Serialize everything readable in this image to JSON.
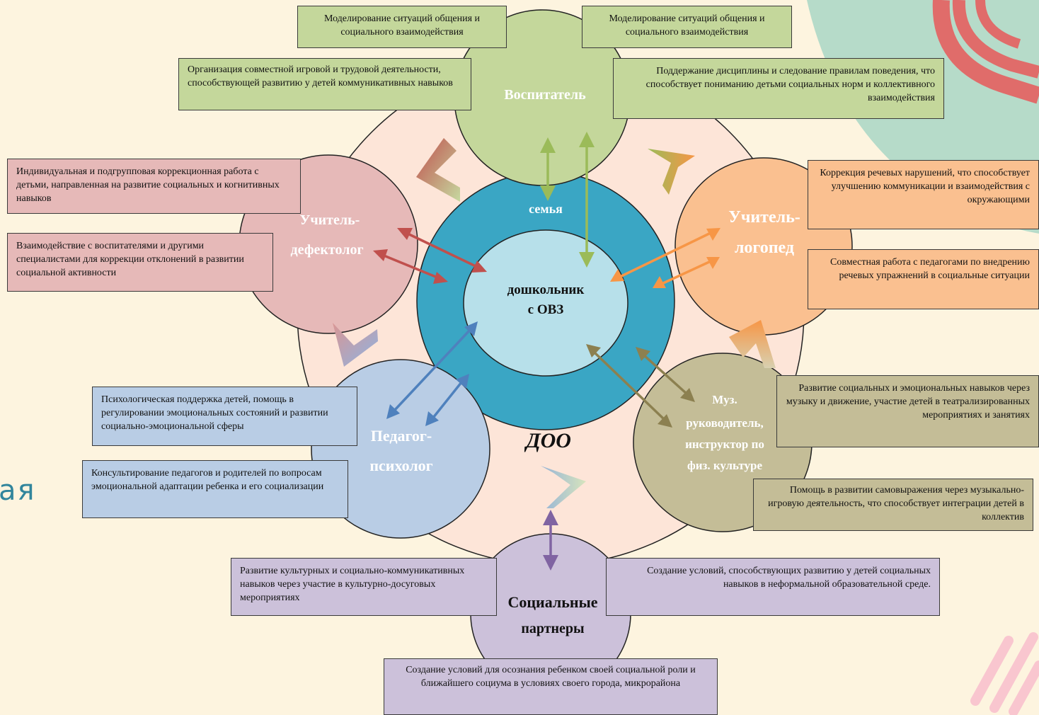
{
  "colors": {
    "background": "#fdf4df",
    "doo_ring": "#fde5d8",
    "family_ring": "#3aa6c4",
    "child_core": "#b7e0ea",
    "educator": "#c4d79b",
    "defectologist": "#e6b9b8",
    "speech_therapist": "#fac090",
    "psychologist": "#b9cde5",
    "music_director": "#c4bd97",
    "social_partners": "#ccc1da"
  },
  "center": {
    "child_line1": "дошкольник",
    "child_line2": "с ОВЗ",
    "family": "семья",
    "doo": "ДОО"
  },
  "roles": {
    "educator": {
      "lines": [
        "Воспитатель"
      ]
    },
    "defectologist": {
      "lines": [
        "Учитель-",
        "дефектолог"
      ]
    },
    "speech_therapist": {
      "lines": [
        "Учитель-",
        "логопед"
      ]
    },
    "psychologist": {
      "lines": [
        "Педагог-",
        "психолог"
      ]
    },
    "music_director": {
      "lines": [
        "Муз.",
        "руководитель,",
        "инструктор по",
        "физ. культуре"
      ]
    },
    "social_partners": {
      "lines": [
        "Социальные",
        "партнеры"
      ]
    }
  },
  "boxes": {
    "educator_1": "Моделирование ситуаций общения и социального взаимодействия",
    "educator_2": "Моделирование ситуаций общения и социального взаимодействия",
    "educator_3": "Организация совместной игровой и трудовой деятельности, способствующей развитию у детей коммуникативных навыков",
    "educator_4": "Поддержание дисциплины и следование правилам поведения, что способствует пониманию детьми социальных норм и коллективного взаимодействия",
    "defectologist_1": "Индивидуальная и подгрупповая коррекционная работа с детьми, направленная на развитие социальных и когнитивных навыков",
    "defectologist_2": "Взаимодействие с воспитателями и другими специалистами для коррекции отклонений в развитии социальной активности",
    "speech_1": "Коррекция речевых нарушений, что способствует улучшению коммуникации и взаимодействия с окружающими",
    "speech_2": "Совместная работа с педагогами по внедрению речевых упражнений в социальные ситуации",
    "psychologist_1": "Психологическая поддержка детей, помощь в регулировании эмоциональных состояний и развитии социально-эмоциональной сферы",
    "psychologist_2": "Консультирование педагогов и родителей по вопросам эмоциональной адаптации ребенка и его социализации",
    "music_1": "Развитие социальных и эмоциональных навыков через музыку и движение, участие детей в театрализированных мероприятиях и занятиях",
    "music_2": "Помощь в развитии самовыражения через музыкально-игровую деятельность, что способствует интеграции детей в коллектив",
    "social_1": "Развитие культурных и социально-коммуникативных навыков через участие в культурно-досуговых мероприятиях",
    "social_2": "Создание условий, способствующих развитию у детей социальных навыков в неформальной образовательной среде.",
    "social_3": "Создание условий для осознания ребенком своей социальной роли и ближайшего социума в условиях своего города, микрорайона"
  },
  "background_fragment": "ая"
}
